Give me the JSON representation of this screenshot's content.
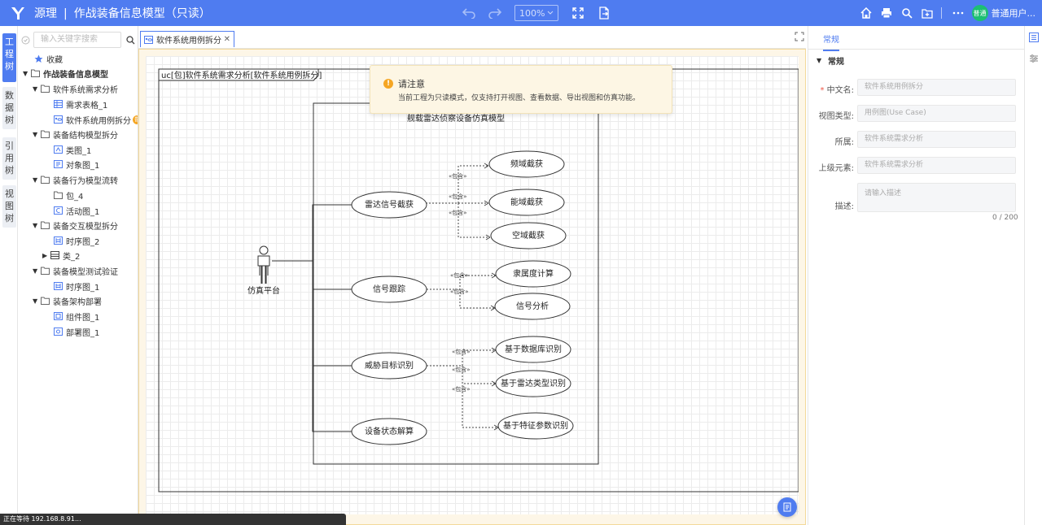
{
  "header": {
    "app_name": "源理",
    "separator": "|",
    "project_title": "作战装备信息模型（只读）",
    "zoom": "100%",
    "user_badge": "普通",
    "user_name": "普通用户...",
    "accent_color": "#4f7cf0"
  },
  "vtabs": [
    {
      "label": "工程树",
      "active": true
    },
    {
      "label": "数据树",
      "active": false
    },
    {
      "label": "引用树",
      "active": false
    },
    {
      "label": "视图树",
      "active": false
    }
  ],
  "tree": {
    "search_placeholder": "输入关键字搜索",
    "items": [
      {
        "label": "收藏",
        "icon": "star-icon"
      },
      {
        "label": "作战装备信息模型",
        "icon": "folder-icon"
      },
      {
        "label": "软件系统需求分析",
        "icon": "folder-icon"
      },
      {
        "label": "需求表格_1",
        "icon": "table-icon"
      },
      {
        "label": "软件系统用例拆分",
        "icon": "usecase-icon",
        "badge": "普"
      },
      {
        "label": "装备结构模型拆分",
        "icon": "folder-icon"
      },
      {
        "label": "类图_1",
        "icon": "class-diagram-icon"
      },
      {
        "label": "对象图_1",
        "icon": "object-diagram-icon"
      },
      {
        "label": "装备行为模型流转",
        "icon": "folder-icon"
      },
      {
        "label": "包_4",
        "icon": "folder-icon"
      },
      {
        "label": "活动图_1",
        "icon": "activity-diagram-icon"
      },
      {
        "label": "装备交互模型拆分",
        "icon": "folder-icon"
      },
      {
        "label": "时序图_2",
        "icon": "sequence-diagram-icon"
      },
      {
        "label": "类_2",
        "icon": "class-icon"
      },
      {
        "label": "装备模型测试验证",
        "icon": "folder-icon"
      },
      {
        "label": "时序图_1",
        "icon": "sequence-diagram-icon"
      },
      {
        "label": "装备架构部署",
        "icon": "folder-icon"
      },
      {
        "label": "组件图_1",
        "icon": "component-diagram-icon"
      },
      {
        "label": "部署图_1",
        "icon": "deployment-diagram-icon"
      }
    ]
  },
  "doc_tab": {
    "label": "软件系统用例拆分"
  },
  "diagram": {
    "frame_label": "uc[包]软件系统需求分析[软件系统用例拆分]",
    "system_name": "舰载雷达侦察设备仿真模型",
    "actor": "仿真平台",
    "include_label": "«包含»",
    "usecases": [
      "雷达信号截获",
      "信号跟踪",
      "威胁目标识别",
      "设备状态解算",
      "频域截获",
      "能域截获",
      "空域截获",
      "隶属度计算",
      "信号分析",
      "基于数据库识别",
      "基于雷达类型识别",
      "基于特征参数识别"
    ]
  },
  "notice": {
    "title": "请注意",
    "body": "当前工程为只读模式，仅支持打开视图、查看数据、导出视图和仿真功能。"
  },
  "status": "正在等待 192.168.8.91...",
  "props": {
    "tab": "常规",
    "section": "常规",
    "fields": [
      {
        "label": "中文名:",
        "required": true,
        "value": "软件系统用例拆分"
      },
      {
        "label": "视图类型:",
        "required": false,
        "value": "用例图(Use Case)"
      },
      {
        "label": "所属:",
        "required": false,
        "value": "软件系统需求分析"
      },
      {
        "label": "上级元素:",
        "required": false,
        "value": "软件系统需求分析"
      }
    ],
    "desc_label": "描述:",
    "desc_placeholder": "请输入描述",
    "desc_count": "0 / 200"
  }
}
